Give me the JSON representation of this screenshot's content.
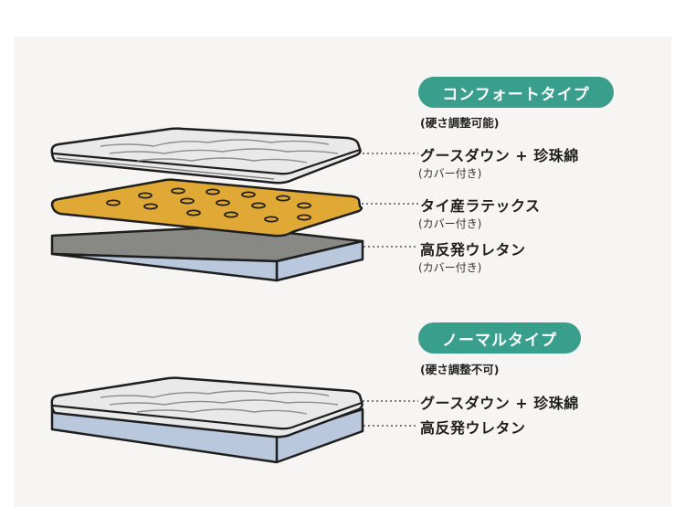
{
  "comfort": {
    "title": "コンフォートタイプ",
    "subtitle": "(硬さ調整可能)",
    "layers": [
      {
        "label": "グースダウン + 珍珠綿",
        "note": "(カバー付き)"
      },
      {
        "label": "タイ産ラテックス",
        "note": "(カバー付き)"
      },
      {
        "label": "高反発ウレタン",
        "note": "(カバー付き)"
      }
    ]
  },
  "normal": {
    "title": "ノーマルタイプ",
    "subtitle": "(硬さ調整不可)",
    "layers": [
      {
        "label": "グースダウン + 珍珠綿"
      },
      {
        "label": "高反発ウレタン"
      }
    ]
  },
  "colors": {
    "accent": "#3a9e8c",
    "topper": "#e9e9e9",
    "latex": "#e0a935",
    "urethane_top": "#888884",
    "urethane_side": "#b9c8dc",
    "outline": "#1e1e1e"
  }
}
